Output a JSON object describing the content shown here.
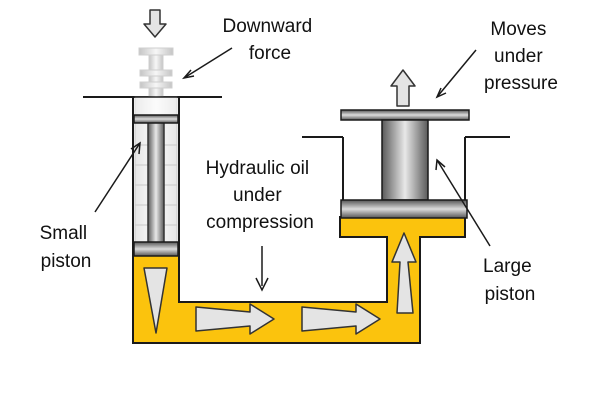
{
  "labels": {
    "downward_force": [
      "Downward",
      "force"
    ],
    "moves_under_pressure": [
      "Moves",
      "under",
      "pressure"
    ],
    "small_piston": [
      "Small",
      "piston"
    ],
    "hydraulic_oil": [
      "Hydraulic oil",
      "under",
      "compression"
    ],
    "large_piston": [
      "Large",
      "piston"
    ]
  },
  "colors": {
    "oil": "#fbc30d",
    "outline": "#1a1a1a",
    "metal_dark": "#4a4a4a",
    "metal_light": "#e6e6e6",
    "arrow_fill": "#e4e4e4"
  }
}
